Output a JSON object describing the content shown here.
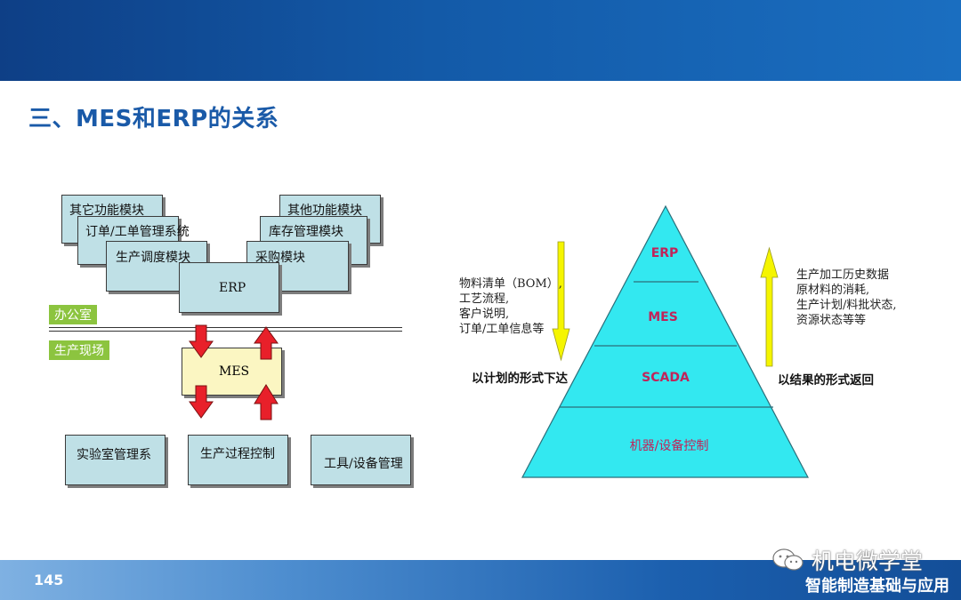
{
  "slide": {
    "title": "三、MES和ERP的关系",
    "page_number": "145"
  },
  "watermark": {
    "label": "机电微学堂",
    "icon": "wechat-icon"
  },
  "brand": "智能制造基础与应用",
  "left_diagram": {
    "left_modules": [
      "其它功能模块",
      "订单/工单管理系统",
      "生产调度模块"
    ],
    "right_modules": [
      "其他功能模块",
      "库存管理模块",
      "采购模块"
    ],
    "erp": "ERP",
    "zone_office": "办公室",
    "zone_floor": "生产现场",
    "mes": "MES",
    "bottom_systems": [
      "实验室管理系",
      "生产过程控制",
      "工具/设备管理"
    ],
    "arrow_color": "#e8202a"
  },
  "pyramid": {
    "layers": [
      "ERP",
      "MES",
      "SCADA",
      "机器/设备控制"
    ],
    "fill_color": "#33e8f0",
    "label_color": "#c0245a",
    "down_info": [
      "物料清单（BOM）,",
      "工艺流程,",
      "客户说明,",
      "订单/工单信息等"
    ],
    "down_caption": "以计划的形式下达",
    "up_info": [
      "生产加工历史数据",
      "原材料的消耗,",
      "生产计划/料批状态,",
      "资源状态等等"
    ],
    "up_caption": "以结果的形式返回",
    "arrow_color": "#f5f500"
  },
  "colors": {
    "header": "#135aa8",
    "title": "#1a5aa8",
    "module_fill": "#bfe0e6",
    "mes_fill": "#fbf6c2",
    "zone_fill": "#8cc43f"
  }
}
